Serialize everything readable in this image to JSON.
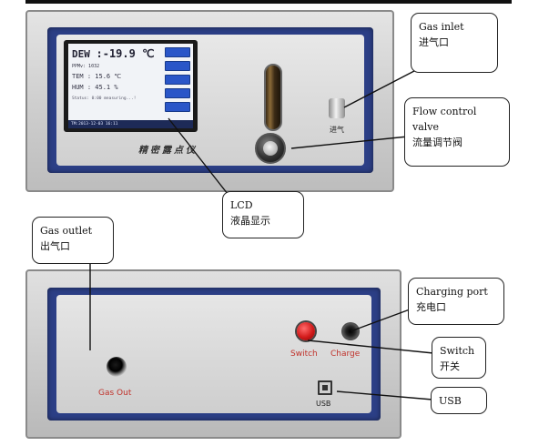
{
  "front_panel": {
    "lcd": {
      "dew_label": "DEW",
      "dew_value": ":-19.9 ℃",
      "ppmv_line": "PPMv:    1032",
      "tem_line": "TEM : 15.6 ℃",
      "hum_line": "HUM : 45.1 %",
      "status_line": "Status: 0:00 measuring...!",
      "footer_line": "TM:2013-12-03 16:11"
    },
    "brand_text": "精密露点仪",
    "gas_inlet_tag": "进气"
  },
  "back_panel": {
    "gas_out_tag": "Gas Out",
    "switch_tag": "Switch",
    "charge_tag": "Charge",
    "usb_tag": "USB"
  },
  "callouts": {
    "gas_inlet": {
      "en": "Gas inlet",
      "zh": "进气口"
    },
    "flow_valve": {
      "en": "Flow control valve",
      "zh": "流量调节阀"
    },
    "lcd": {
      "en": "LCD",
      "zh": "液晶显示"
    },
    "gas_outlet": {
      "en": "Gas outlet",
      "zh": "出气口"
    },
    "charging_port": {
      "en": "Charging port",
      "zh": "充电口"
    },
    "switch": {
      "en": "Switch",
      "zh": "开关"
    },
    "usb": {
      "en": "USB"
    }
  },
  "colors": {
    "panel_blue": "#2c3f86",
    "panel_label_red": "#c0322b",
    "lcd_button_blue": "#2a56c8"
  }
}
